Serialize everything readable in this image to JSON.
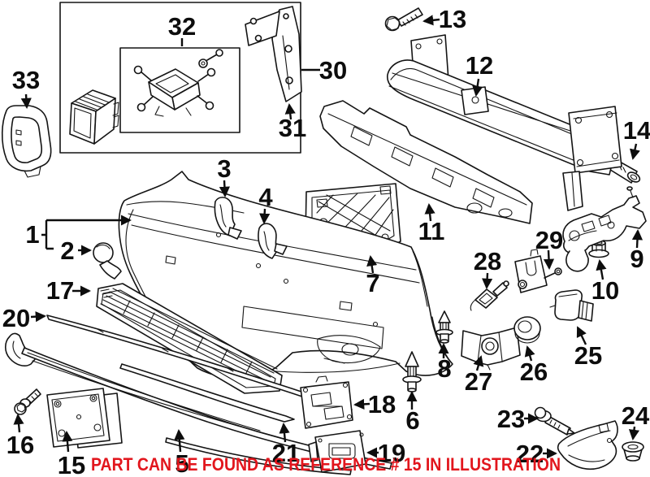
{
  "figure": {
    "type": "exploded-parts-diagram",
    "subject": "Front bumper assembly parts illustration",
    "background_color": "#ffffff",
    "line_color": "#141414"
  },
  "note": {
    "text": "PART CAN BE FOUND AS REFERENCE # 15 IN ILLUSTRATION",
    "color": "#e2161d"
  },
  "callouts": {
    "c1": "1",
    "c2": "2",
    "c3": "3",
    "c4": "4",
    "c5": "5",
    "c6": "6",
    "c7": "7",
    "c8": "8",
    "c9": "9",
    "c10": "10",
    "c11": "11",
    "c12": "12",
    "c13": "13",
    "c14": "14",
    "c15": "15",
    "c16": "16",
    "c17": "17",
    "c18": "18",
    "c19": "19",
    "c20": "20",
    "c21": "21",
    "c22": "22",
    "c23": "23",
    "c24": "24",
    "c25": "25",
    "c26": "26",
    "c27": "27",
    "c28": "28",
    "c29": "29",
    "c30": "30",
    "c31": "31",
    "c32": "32",
    "c33": "33"
  }
}
